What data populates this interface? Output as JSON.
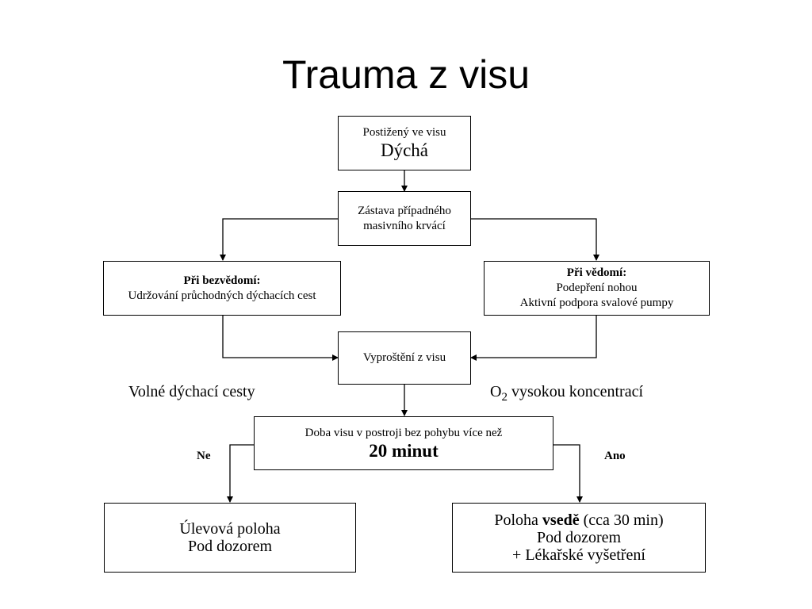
{
  "title": "Trauma z visu",
  "nodes": {
    "start": {
      "line1": "Postižený ve visu",
      "line2": "Dýchá"
    },
    "bleeding": {
      "line1": "Zástava případného",
      "line2": "masivního krvácí"
    },
    "unconscious": {
      "heading": "Při bezvědomí:",
      "line1": "Udržování průchodných dýchacích cest"
    },
    "conscious": {
      "heading": "Při vědomí:",
      "line1": "Podepření nohou",
      "line2": "Aktivní podpora svalové pumpy"
    },
    "extraction": {
      "line1": "Vyproštění z visu"
    },
    "duration": {
      "line1": "Doba visu v postroji bez pohybu více než",
      "line2": "20 minut"
    },
    "relief": {
      "line1": "Úlevová poloha",
      "line2": "Pod dozorem"
    },
    "sitting": {
      "line1_pre": "Poloha ",
      "line1_bold": "vsedě",
      "line1_post": " (cca 30 min)",
      "line2": "Pod dozorem",
      "line3": "+ Lékařské vyšetření"
    }
  },
  "labels": {
    "airways": "Volné dýchací cesty",
    "oxygen_pre": "O",
    "oxygen_sub": "2",
    "oxygen_post": " vysokou koncentrací",
    "no": "Ne",
    "yes": "Ano"
  }
}
